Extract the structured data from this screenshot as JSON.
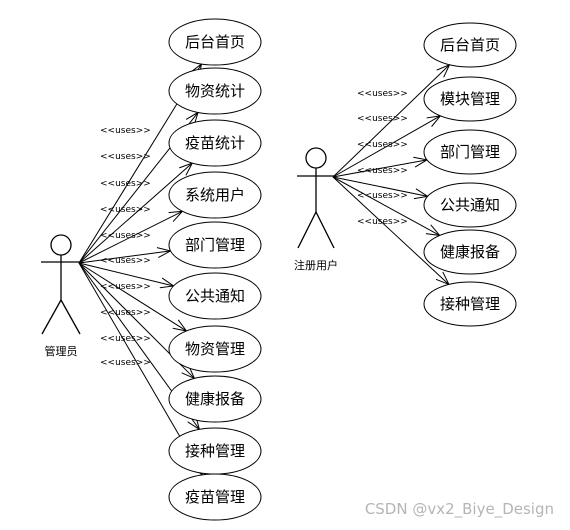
{
  "actors": [
    {
      "id": "admin",
      "label": "管理员",
      "stereotype": "<<uses>>",
      "use_cases": [
        "后台首页",
        "物资统计",
        "疫苗统计",
        "系统用户",
        "部门管理",
        "公共通知",
        "物资管理",
        "健康报备",
        "接种管理",
        "疫苗管理"
      ]
    },
    {
      "id": "user",
      "label": "注册用户",
      "stereotype": "<<uses>>",
      "use_cases": [
        "后台首页",
        "模块管理",
        "部门管理",
        "公共通知",
        "健康报备",
        "接种管理"
      ]
    }
  ],
  "watermark": "CSDN @vx2_Biye_Design"
}
